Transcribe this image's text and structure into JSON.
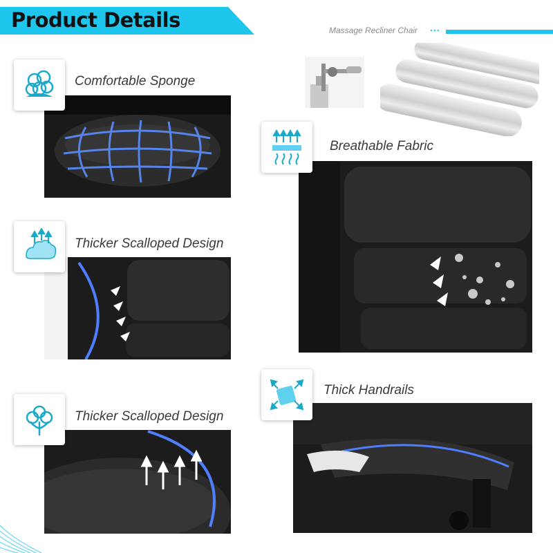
{
  "header": {
    "title": "Product Details",
    "subtitle": "Massage Recliner Chair",
    "subtitle_dots": "...",
    "accent_color": "#1ec6ee"
  },
  "features": [
    {
      "label": "Comfortable Sponge",
      "icon": "cotton-icon"
    },
    {
      "label": "Thicker Scalloped Design",
      "icon": "cloud-airflow-icon"
    },
    {
      "label": "Thicker Scalloped Design",
      "icon": "cotton-plant-icon"
    },
    {
      "label": "Breathable Fabric",
      "icon": "fabric-airflow-icon"
    },
    {
      "label": "Thick Handrails",
      "icon": "handrail-expand-icon"
    }
  ],
  "images": [
    {
      "subject": "caliper measuring a steel gas cylinder"
    },
    {
      "subject": "chrome recliner tubes"
    }
  ]
}
